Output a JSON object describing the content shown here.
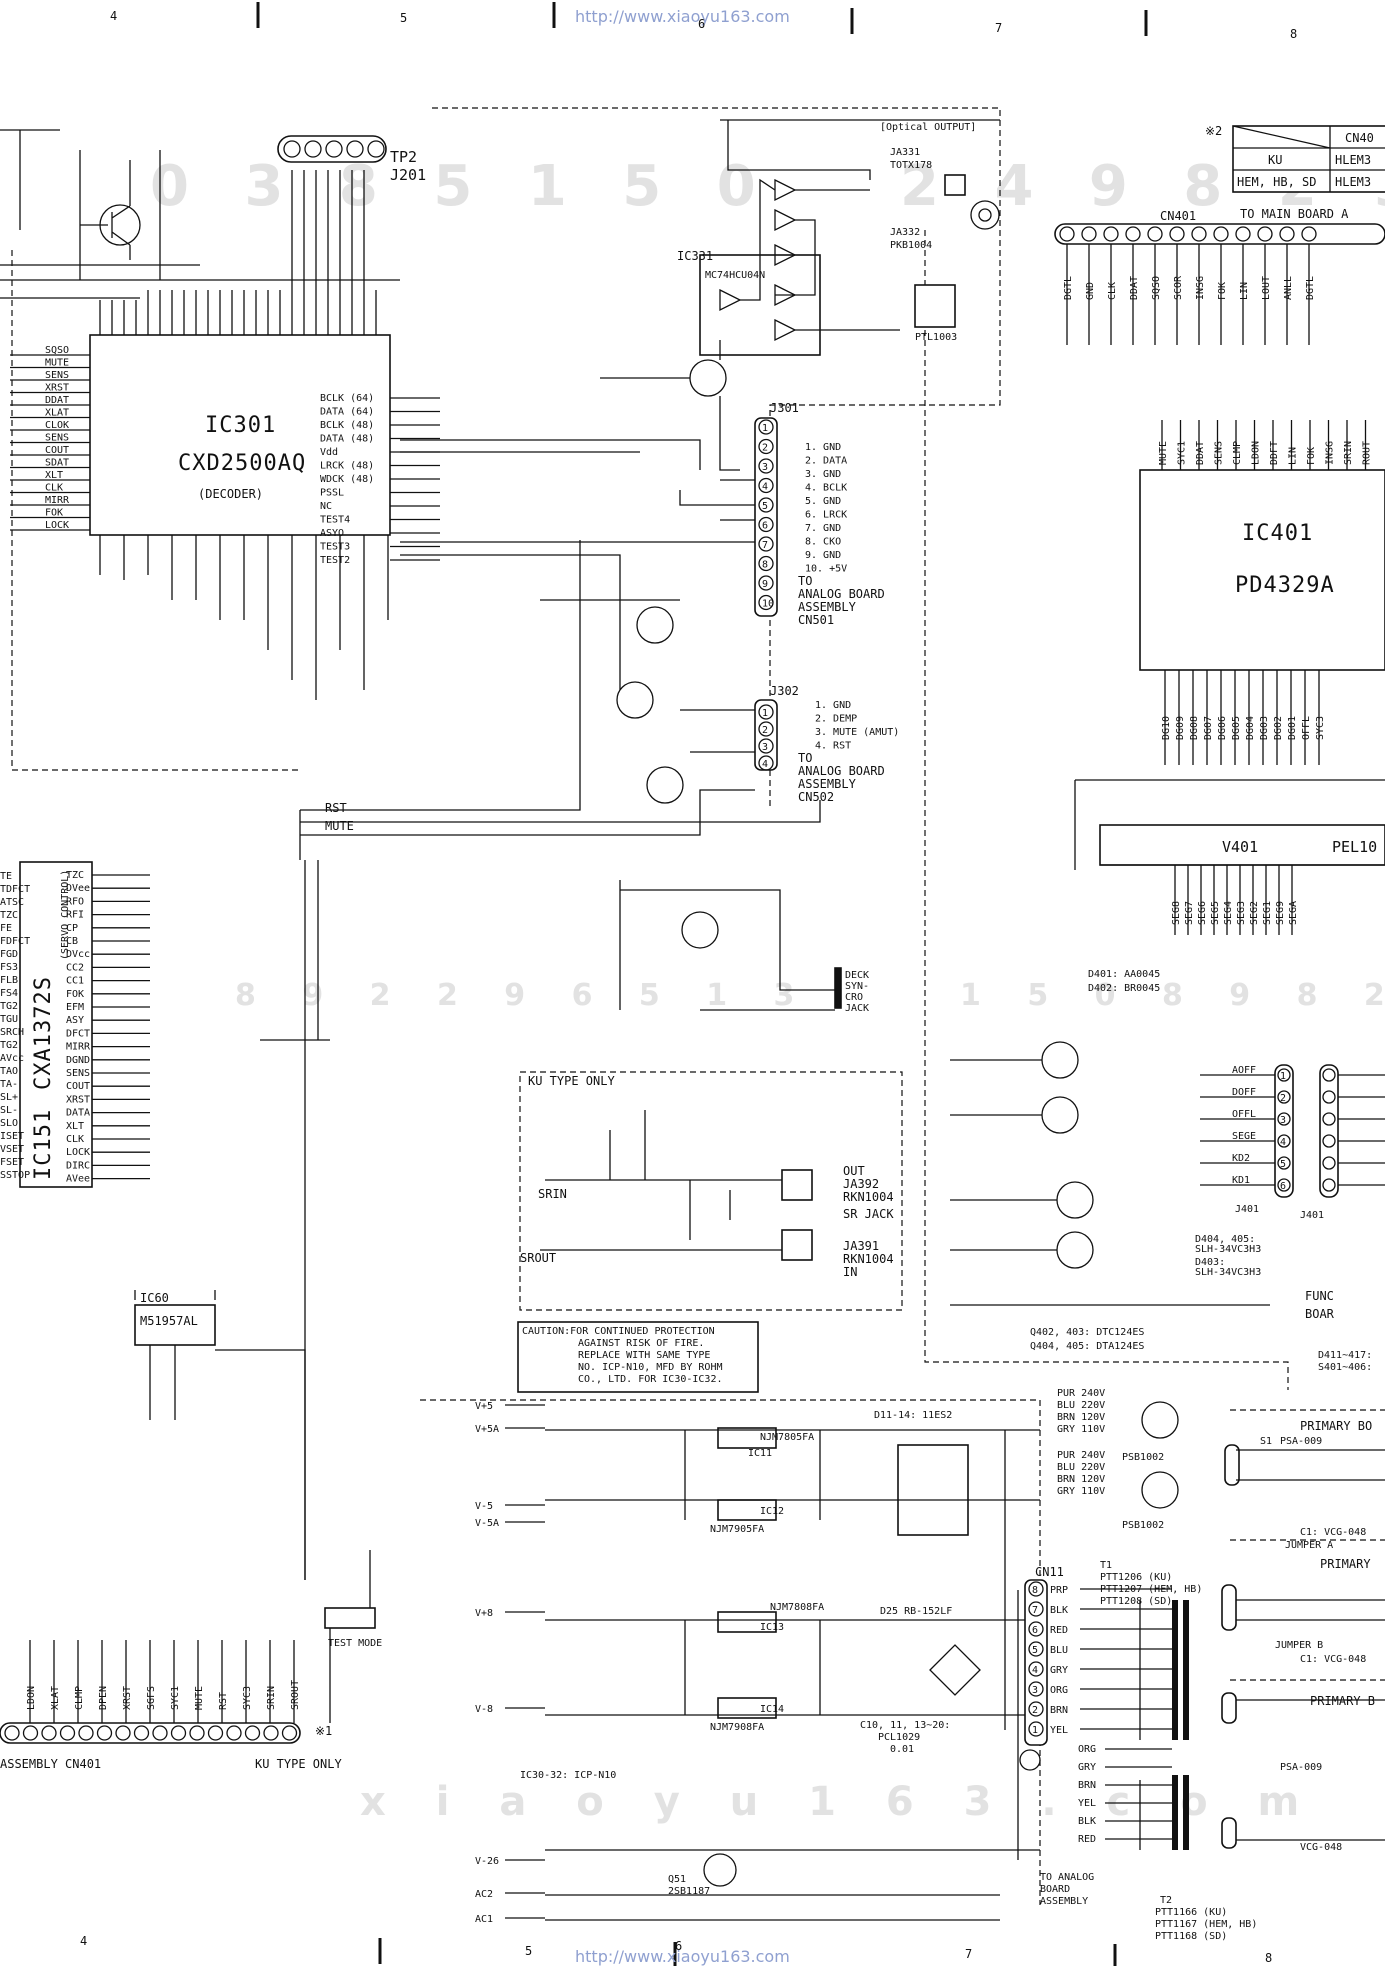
{
  "header": {
    "url": "http://www.xiaoyu163.com",
    "grid_numbers": [
      "4",
      "5",
      "6",
      "7",
      "8"
    ]
  },
  "footer": {
    "url": "http://www.xiaoyu163.com",
    "grid_numbers": [
      "4",
      "5",
      "6",
      "7",
      "8"
    ]
  },
  "ic301": {
    "ref": "IC301",
    "part": "CXD2500AQ",
    "desc": "(DECODER)"
  },
  "ic401": {
    "ref": "IC401",
    "part": "PD4329A"
  },
  "ic151": {
    "ref": "IC151",
    "part": "CXA1372S",
    "desc": "(SERVO CONTROL)"
  },
  "ic331": {
    "ref": "IC331",
    "part": "MC74HCU04N"
  },
  "ic60": {
    "ref": "IC60",
    "part": "M51957AL"
  },
  "v401": {
    "ref": "V401",
    "part": "PEL10"
  },
  "tp2": {
    "ref": "TP2",
    "conn": "J201"
  },
  "j301": {
    "ref": "J301",
    "pins": [
      "1. GND",
      "2. DATA",
      "3. GND",
      "4. BCLK",
      "5. GND",
      "6. LRCK",
      "7. GND",
      "8. CKO",
      "9. GND",
      "10. +5V"
    ],
    "to": [
      "TO",
      "ANALOG BOARD",
      "ASSEMBLY",
      "CN501"
    ]
  },
  "j302": {
    "ref": "J302",
    "pins": [
      "1. GND",
      "2. DEMP",
      "3. MUTE (AMUT)",
      "4. RST"
    ],
    "to": [
      "TO",
      "ANALOG BOARD",
      "ASSEMBLY",
      "CN502"
    ]
  },
  "optical": {
    "title": "[Optical OUTPUT]",
    "ja331": "JA331",
    "totx": "TOTX178",
    "ja332": "JA332",
    "pkb": "PKB1004",
    "pt": "PTL1003"
  },
  "region_table": {
    "mark": "※2",
    "rows": [
      [
        "KU",
        "HLEM3"
      ],
      [
        "HEM, HB, SD",
        "HLEM3"
      ]
    ],
    "head": "CN40"
  },
  "to_main": "TO MAIN BOARD A",
  "deck_jack": [
    "DECK",
    "SYN-",
    "CRO",
    "JACK"
  ],
  "ku_box": {
    "title": "KU TYPE ONLY",
    "labels": [
      "SRIN",
      "SROUT",
      "OUT",
      "JA392",
      "RKN1004",
      "SR JACK",
      "JA391",
      "RKN1004",
      "IN"
    ]
  },
  "caution": [
    "CAUTION:FOR CONTINUED PROTECTION",
    "AGAINST RISK OF FIRE.",
    "REPLACE WITH SAME TYPE",
    "NO. ICP-N10, MFD BY ROHM",
    "CO., LTD. FOR IC30-IC32."
  ],
  "power": {
    "rails_left": [
      "V+5",
      "V+5A",
      "V-5",
      "V-5A",
      "V+8",
      "V-8",
      "V-26",
      "AC2",
      "AC1"
    ],
    "regs": [
      {
        "ref": "IC11",
        "part": "NJM7805FA"
      },
      {
        "ref": "IC12",
        "part": "NJM7905FA"
      },
      {
        "ref": "IC13",
        "part": "NJM7808FA"
      },
      {
        "ref": "IC14",
        "part": "NJM7908FA"
      }
    ],
    "diodes": "D11-14: 11ES2",
    "d25": "D25 RB-152LF",
    "pcl": [
      "C10, 11, 13~20:",
      "PCL1029",
      "0.01"
    ],
    "icp": "IC30-32: ICP-N10",
    "q51": [
      "Q51",
      "2SB1187"
    ],
    "to_analog": [
      "TO ANALOG",
      "BOARD",
      "ASSEMBLY"
    ]
  },
  "cn11": {
    "ref": "CN11",
    "pins": [
      "PRP",
      "BLK",
      "RED",
      "BLU",
      "GRY",
      "ORG",
      "BRN",
      "YEL"
    ]
  },
  "cn5_lower": [
    "ORG",
    "GRY",
    "BRN",
    "YEL",
    "BLK",
    "RED"
  ],
  "transformer": {
    "t1": [
      "T1",
      "PTT1206 (KU)",
      "PTT1207 (HEM, HB)",
      "PTT1208 (SD)"
    ],
    "t2": [
      "T2",
      "PTT1166 (KU)",
      "PTT1167 (HEM, HB)",
      "PTT1168 (SD)"
    ]
  },
  "primary": {
    "psb": [
      "PSB1002",
      "PSB1002"
    ],
    "s1": [
      "S1",
      "PSA-009"
    ],
    "c1": "C1: VCG-048",
    "titles": [
      "PRIMARY BO",
      "PRIMARY",
      "PRIMARY B"
    ],
    "jumpers": [
      "JUMPER A",
      "JUMPER B"
    ],
    "wires_top": [
      "PUR 240V",
      "BLU 220V",
      "BRN 120V",
      "GRY 110V"
    ],
    "wires_mid": [
      "PUR 240V",
      "BLU 220V",
      "BRN 120V",
      "GRY 110V"
    ]
  },
  "q_transistors": {
    "lines": [
      "Q402, 403: DTC124ES",
      "Q404, 405: DTA124ES"
    ],
    "d404": [
      "D404, 405:",
      "SLH-34VC3H3",
      "D403:",
      "SLH-34VC3H3"
    ],
    "d401": [
      "D401: AA0045",
      "D402: BR0045"
    ]
  },
  "func_board": [
    "FUNC",
    "BOAR"
  ],
  "d411": [
    "D411~417:",
    "S401~406:"
  ],
  "left_bottom": {
    "assembly": "ASSEMBLY CN401",
    "ku_note": "KU TYPE ONLY",
    "test_mode": "TEST MODE",
    "note": "※1",
    "pins": [
      "LDON",
      "XLAT",
      "CLMP",
      "DPEN",
      "XRST",
      "SGFS",
      "SYC1",
      "MUTE",
      "RST",
      "SYC3",
      "SRIN",
      "SROUT"
    ]
  },
  "ic301_pins_left": [
    "SQSO",
    "MUTE",
    "SENS",
    "XRST",
    "DDAT",
    "XLAT",
    "CLOK",
    "SENS",
    "COUT",
    "SDAT",
    "XLT",
    "CLK",
    "MIRR",
    "FOK",
    "LOCK"
  ],
  "ic301_pins_right": [
    "BCLK (64)",
    "DATA (64)",
    "BCLK (48)",
    "DATA (48)",
    "Vdd",
    "LRCK (48)",
    "WDCK (48)",
    "PSSL",
    "NC",
    "TEST4",
    "ASYO",
    "TEST3",
    "TEST2"
  ],
  "ic401_pins": [
    "MUTE",
    "SYC1",
    "DDAT",
    "SENS",
    "CLMP",
    "LDON",
    "DDFT",
    "LIN",
    "FOK",
    "INSG",
    "SRIN",
    "ROUT"
  ],
  "ic401_bottom": [
    "DG10",
    "DG09",
    "DG08",
    "DG07",
    "DG06",
    "DG05",
    "DG04",
    "DG03",
    "DG02",
    "DG01",
    "OFFL",
    "SYC3"
  ],
  "cn401_top": [
    "DGTL",
    "GND",
    "CLK",
    "DDAT",
    "SQSO",
    "SCOR",
    "INSG",
    "FOK",
    "LIN",
    "LOUT",
    "ANLL",
    "DGTL"
  ],
  "ic151_pins": [
    "TZC",
    "DVee",
    "RFO",
    "RFI",
    "CP",
    "CB",
    "DVcc",
    "CC2",
    "CC1",
    "FOK",
    "EFM",
    "ASY",
    "DFCT",
    "MIRR",
    "DGND",
    "SENS",
    "COUT",
    "XRST",
    "DATA",
    "XLT",
    "CLK",
    "LOCK",
    "DIRC",
    "AVee"
  ],
  "ic151_left": [
    "TE",
    "TDFCT",
    "ATSC",
    "TZC",
    "FE",
    "FDFCT",
    "FGD",
    "FS3",
    "FLB",
    "FS4",
    "TG2",
    "TGU",
    "SRCH",
    "TG2",
    "AVcc",
    "TAO",
    "TA-",
    "SL+",
    "SL-",
    "SLO",
    "ISET",
    "VSET",
    "FSET",
    "SSTOP"
  ],
  "j401_pins": [
    "AOFF",
    "DOFF",
    "OFFL",
    "SEGE",
    "KD2",
    "KD1"
  ],
  "v401_pins": [
    "SEG8",
    "SEG7",
    "SEG6",
    "SEG5",
    "SEG4",
    "SEG3",
    "SEG2",
    "SEG1",
    "SEG9",
    "SEGA"
  ],
  "watermarks": [
    "0 3 8 5 1 5 0",
    "2 4 9 8 2 9",
    "8 9 2 2 9 6 5 1 3",
    "1 5 0  8 9 8 2 9",
    "x i a o y u 1 6 3 . c o m"
  ]
}
